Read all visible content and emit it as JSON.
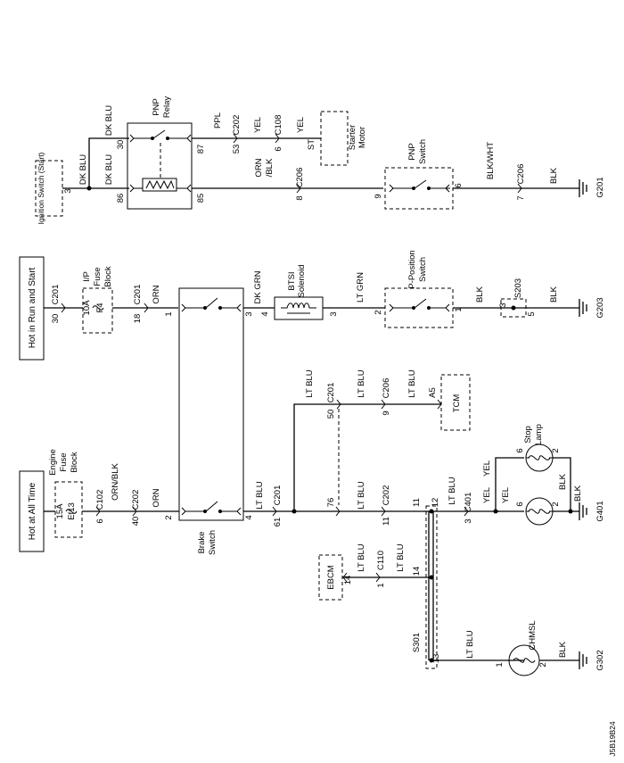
{
  "power": {
    "hot_all_time": "Hot at All Time",
    "hot_run_start": "Hot in Run and Start",
    "ignition_switch": "Ignition Switch (Start)"
  },
  "fuses": {
    "ef13": {
      "name": "Ef13",
      "amp": "15A",
      "block_1": "Engine",
      "block_2": "Fuse",
      "block_3": "Block"
    },
    "f4": {
      "name": "F4",
      "amp": "10A",
      "block_1": "I/P",
      "block_2": "Fuse",
      "block_3": "Block"
    }
  },
  "components": {
    "pnp_relay_1": "PNP",
    "pnp_relay_2": "Relay",
    "starter_motor_1": "Starter",
    "starter_motor_2": "Motor",
    "pnp_switch_1": "PNP",
    "pnp_switch_2": "Switch",
    "btsi_1": "BTSI",
    "btsi_2": "Solenoid",
    "ppos_1": "P-Position",
    "ppos_2": "Switch",
    "brake_1": "Brake",
    "brake_2": "Switch",
    "tcm": "TCM",
    "ebcm": "EBCM",
    "stop_1": "Stop",
    "stop_2": "Lamp",
    "chmsl": "CHMSL",
    "s203": "S203",
    "s301": "S301"
  },
  "grounds": {
    "g201": "G201",
    "g203": "G203",
    "g401": "G401",
    "g302": "G302"
  },
  "connectors": {
    "c201": "C201",
    "c202": "C202",
    "c108": "C108",
    "c206": "C206",
    "c102": "C102",
    "c401": "C401",
    "c110": "C110",
    "st": "ST"
  },
  "wires": {
    "dk_blu": "DK BLU",
    "ppl": "PPL",
    "yel": "YEL",
    "orn_blk_1": "ORN",
    "orn_blk_2": "/BLK",
    "blk_wht": "BLK/WHT",
    "blk": "BLK",
    "orn": "ORN",
    "dk_grn": "DK GRN",
    "lt_grn": "LT GRN",
    "lt_blu": "LT BLU",
    "orn_blk": "ORN/BLK"
  },
  "pins": {
    "p3": "3",
    "p30": "30",
    "p86": "86",
    "p87": "87",
    "p85": "85",
    "p53": "53",
    "p6": "6",
    "p8": "8",
    "p9": "9",
    "p7": "7",
    "p18": "18",
    "p1": "1",
    "p4": "4",
    "p2": "2",
    "p5": "5",
    "pA5": "A5",
    "p50": "50",
    "p40": "40",
    "p61": "61",
    "p76": "76",
    "p11": "11",
    "p12": "12",
    "p14": "14",
    "p13": "13"
  },
  "diagram_id": "J5B19B24"
}
